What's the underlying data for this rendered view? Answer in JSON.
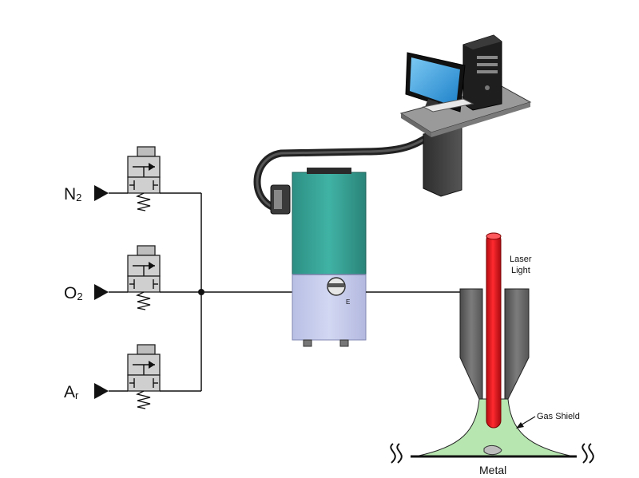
{
  "gases": [
    {
      "symbol": "N",
      "sub": "2"
    },
    {
      "symbol": "O",
      "sub": "2"
    },
    {
      "symbol": "A",
      "sub": "r"
    }
  ],
  "controller": {
    "port_label": "E"
  },
  "laser": {
    "label_line1": "Laser",
    "label_line2": "Light"
  },
  "gas_shield_label": "Gas Shield",
  "metal_label": "Metal",
  "colors": {
    "controller_top": "#3aa79a",
    "controller_bottom": "#c9cfee",
    "laser": "#e0131a",
    "gas_shield": "#b7e6b0",
    "valve_body": "#cfcfcf",
    "nozzle": "#6c6c6c",
    "monitor_screen": "#2b9de0"
  },
  "icons": [
    "computer-icon",
    "solenoid-valve-icon",
    "gas-inlet-arrow-icon",
    "laser-nozzle-icon"
  ]
}
